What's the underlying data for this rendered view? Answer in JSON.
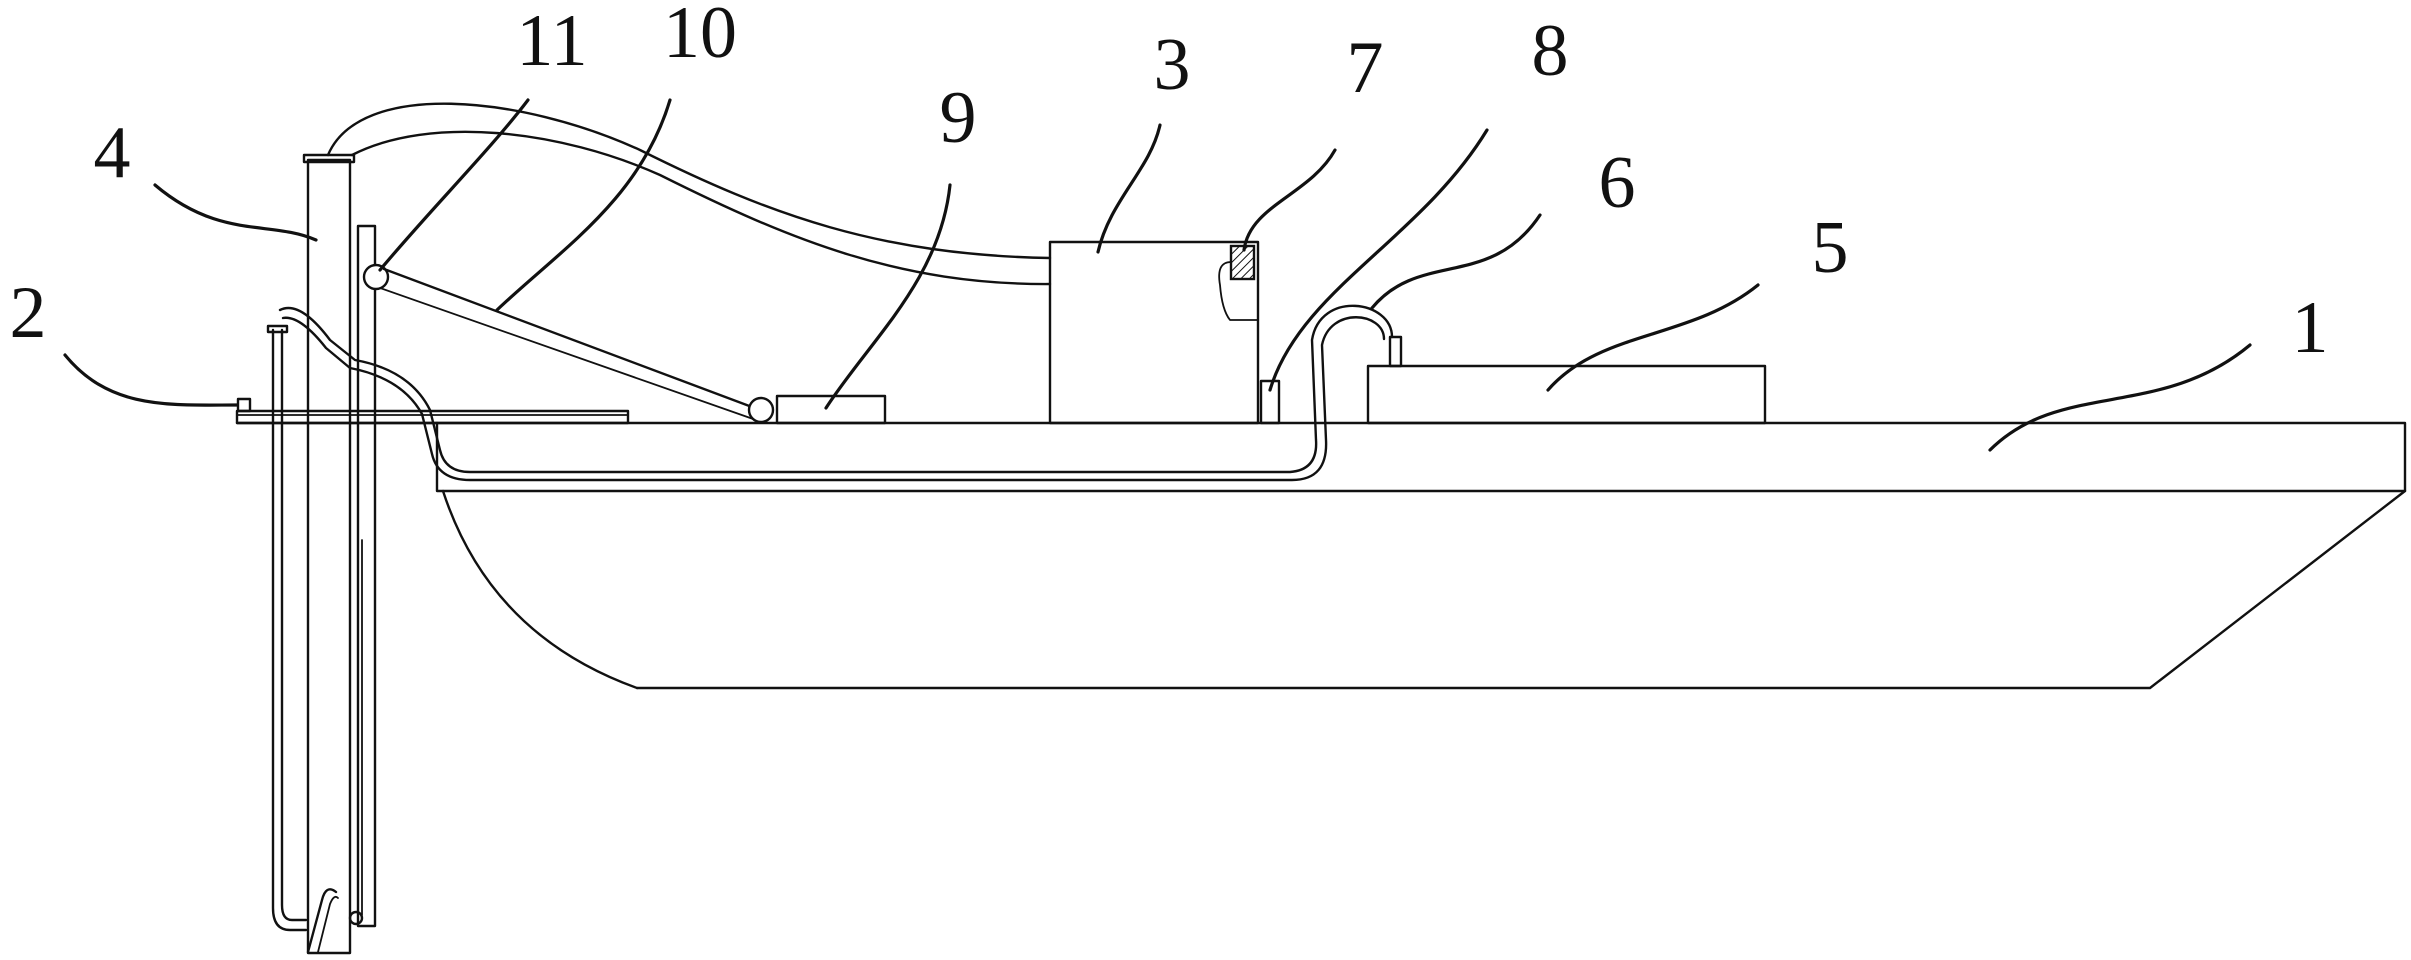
{
  "labels": {
    "hull": "1",
    "rail": "2",
    "box": "3",
    "pipe": "4",
    "tank": "5",
    "hose": "6",
    "block": "7",
    "post": "8",
    "winch": "9",
    "cable": "10",
    "pulley": "11"
  },
  "colors": {
    "line": "#111111",
    "background": "#ffffff"
  }
}
